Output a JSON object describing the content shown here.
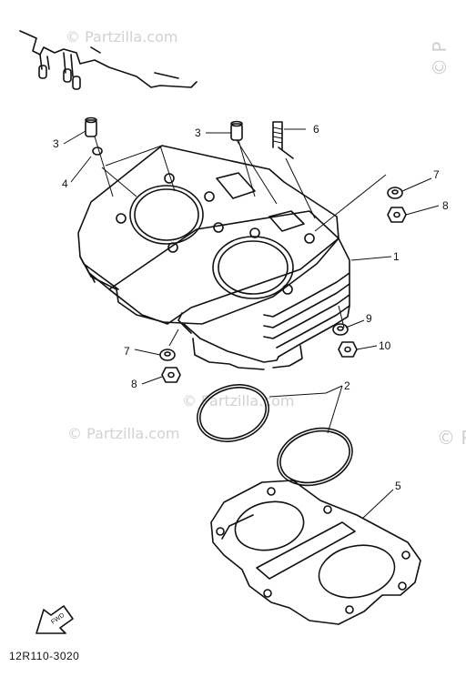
{
  "watermarks": [
    "© Partzilla.com",
    "© Partzilla.com",
    "© Partzilla.com",
    "© P",
    "© P"
  ],
  "callouts": [
    "1",
    "2",
    "3",
    "3",
    "4",
    "5",
    "6",
    "7",
    "7",
    "8",
    "8",
    "9",
    "10"
  ],
  "diagram_code": "12R110-3020",
  "fwd_label": "FWD",
  "colors": {
    "line": "#111111",
    "watermark": "#d0d0d0",
    "background": "#ffffff"
  }
}
